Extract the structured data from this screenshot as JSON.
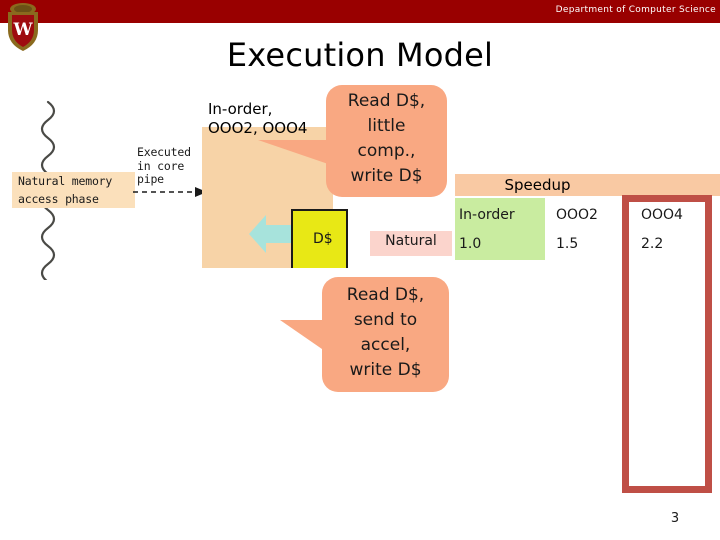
{
  "header": {
    "department": "Department of Computer Science",
    "bar_color": "#990000",
    "logo_name": "uw-crest-logo"
  },
  "title": "Execution Model",
  "diagram": {
    "natural_memory_box": {
      "line1": "Natural memory",
      "line2": "access phase",
      "color": "#fbe0bb"
    },
    "executed_label": {
      "line1": "Executed",
      "line2": "in core",
      "line3": "pipe"
    },
    "core_block": {
      "label_line1": "In-order,",
      "label_line2": "OOO2, OOO4",
      "color": "#f7d3a7"
    },
    "dcache": {
      "label": "D$",
      "color": "#e8e815"
    },
    "arrow_color": "#a7e3dc"
  },
  "bubbles": [
    {
      "id": "bubble-top",
      "lines": [
        "Read D$,",
        "little",
        "comp.,",
        "write D$"
      ],
      "color": "#f9a882"
    },
    {
      "id": "bubble-bottom",
      "lines": [
        "Read D$,",
        "send to",
        "accel,",
        "write D$"
      ],
      "color": "#f9a882"
    }
  ],
  "table": {
    "header": "Speedup",
    "row_label": "Natural",
    "columns": [
      "In-order",
      "OOO2",
      "OOO4"
    ],
    "values": [
      "1.0",
      "1.5",
      "2.2"
    ],
    "highlight_color": "#bf4f46",
    "header_color": "#f9c9a3",
    "baseline_cell_color": "#c9eca0",
    "row_label_color": "#fbd4cc"
  },
  "footer": {
    "page_number": "3"
  }
}
